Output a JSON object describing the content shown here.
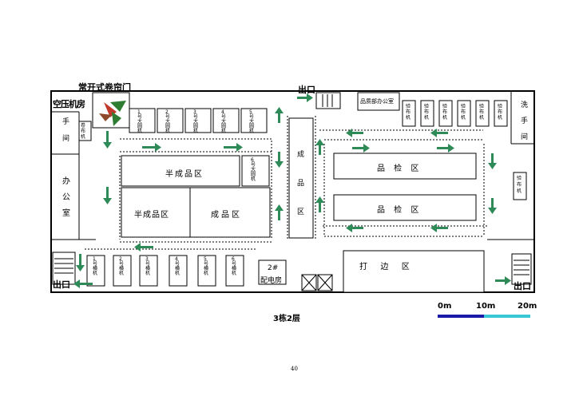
{
  "top_labels": {
    "shutter_door": "常开式卷帘门",
    "exit_top": "出口",
    "exit_bottom_left": "出口",
    "exit_bottom_right": "出口"
  },
  "rooms": {
    "aircon_room": "空压机房",
    "left_stair_hall": [
      "手",
      "间"
    ],
    "office": [
      "办",
      "公",
      "室"
    ],
    "washroom": [
      "洗",
      "手",
      "间"
    ],
    "qc_office": "品质部办公室",
    "semi_top": "半成品区",
    "semi_bottom": "半成品区",
    "finished_left": "成品区",
    "finished_column": [
      "成",
      "品",
      "区"
    ],
    "qc_zone_top": "品 检 区",
    "qc_zone_bottom": "品 检 区",
    "packing_zone": "打 　 边 　 区",
    "power_room_1": "2#",
    "power_room_2": "配电房"
  },
  "machines": {
    "top_row": [
      "1号大圆机",
      "2号大圆机",
      "3号大圆机",
      "4号大圆机",
      "5号大圆机"
    ],
    "small_left": "卷布机",
    "side_vertical": "6号大圆机",
    "bottom_row": [
      "1号横机",
      "2号横机",
      "3号横机",
      "4号横机",
      "5号横机",
      "6号横机"
    ],
    "qc_machines": [
      "验布机",
      "验布机",
      "验布机",
      "验布机",
      "验布机",
      "验布机"
    ],
    "right_side": "验布机"
  },
  "scale": {
    "ticks": [
      "0m",
      "10m",
      "20m"
    ]
  },
  "caption": "3栋2层",
  "page_number": "40",
  "colors": {
    "arrow": "#2e8b57",
    "scale_blue": "#1a1aa8",
    "scale_cyan": "#39c7d6",
    "door_red": "#c0392b",
    "door_green": "#2e7d32"
  }
}
